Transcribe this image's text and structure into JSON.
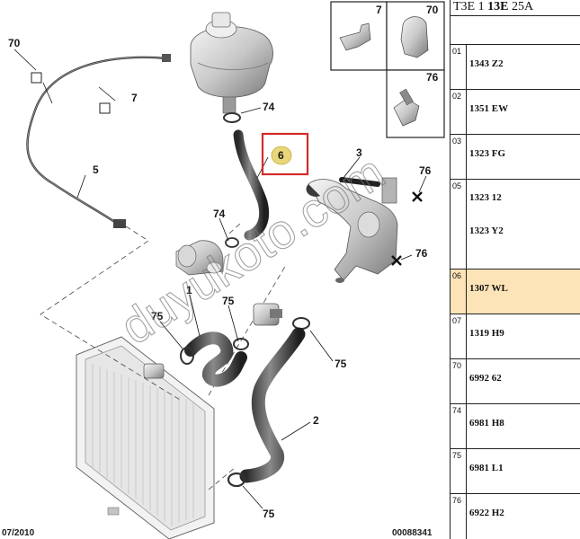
{
  "header": {
    "prefix": "T3E 1 ",
    "bold": "13E",
    "suffix": " 25A"
  },
  "rows": [
    {
      "index": "01",
      "refs": [
        "1343 Z2"
      ],
      "selected": false
    },
    {
      "index": "02",
      "refs": [
        "1351 EW"
      ],
      "selected": false
    },
    {
      "index": "03",
      "refs": [
        "1323 FG"
      ],
      "selected": false
    },
    {
      "index": "05",
      "refs": [
        "1323 12",
        "1323 Y2"
      ],
      "selected": false
    },
    {
      "index": "06",
      "refs": [
        "1307 WL"
      ],
      "selected": true
    },
    {
      "index": "07",
      "refs": [
        "1319 H9"
      ],
      "selected": false
    },
    {
      "index": "70",
      "refs": [
        "6992 62"
      ],
      "selected": false
    },
    {
      "index": "74",
      "refs": [
        "6981 H8"
      ],
      "selected": false
    },
    {
      "index": "75",
      "refs": [
        "6981 L1"
      ],
      "selected": false
    },
    {
      "index": "76",
      "refs": [
        "6922 H2"
      ],
      "selected": false
    }
  ],
  "callouts": {
    "c70": "70",
    "c7_main": "7",
    "c5": "5",
    "c74_top": "74",
    "c6": "6",
    "c3": "3",
    "c76_a": "76",
    "c74_mid": "74",
    "c76_b": "76",
    "c1": "1",
    "c75_a": "75",
    "c75_b": "75",
    "c75_c": "75",
    "c2": "2",
    "c75_d": "75",
    "inset_7": "7",
    "inset_70": "70",
    "inset_76": "76"
  },
  "footer": {
    "date": "07/2010",
    "code": "00088341"
  },
  "watermark": "duyukoto.com",
  "colors": {
    "highlight_box": "#d42a2a",
    "selected_row": "#fde3b8"
  }
}
